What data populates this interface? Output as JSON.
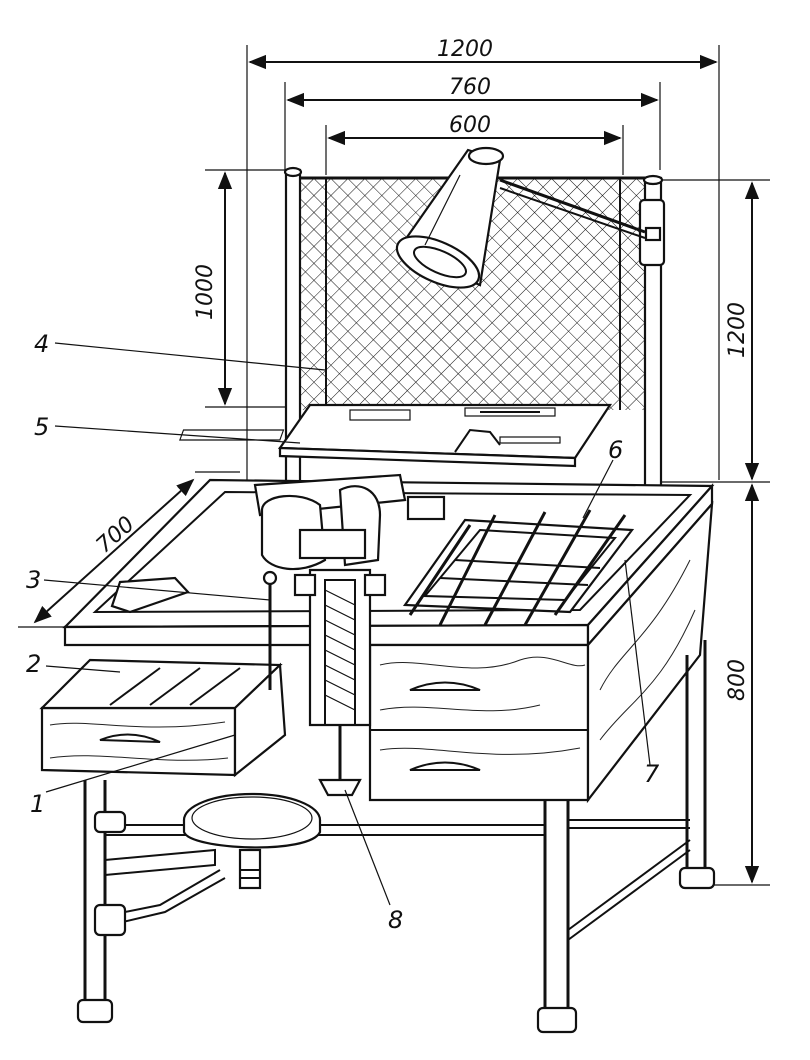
{
  "dimensions": {
    "overall_width": "1200",
    "inner_width": "760",
    "screen_width": "600",
    "screen_height": "1000",
    "stand_height": "1200",
    "depth": "700",
    "table_height": "800"
  },
  "labels": [
    "1",
    "2",
    "3",
    "4",
    "5",
    "6",
    "7",
    "8"
  ]
}
